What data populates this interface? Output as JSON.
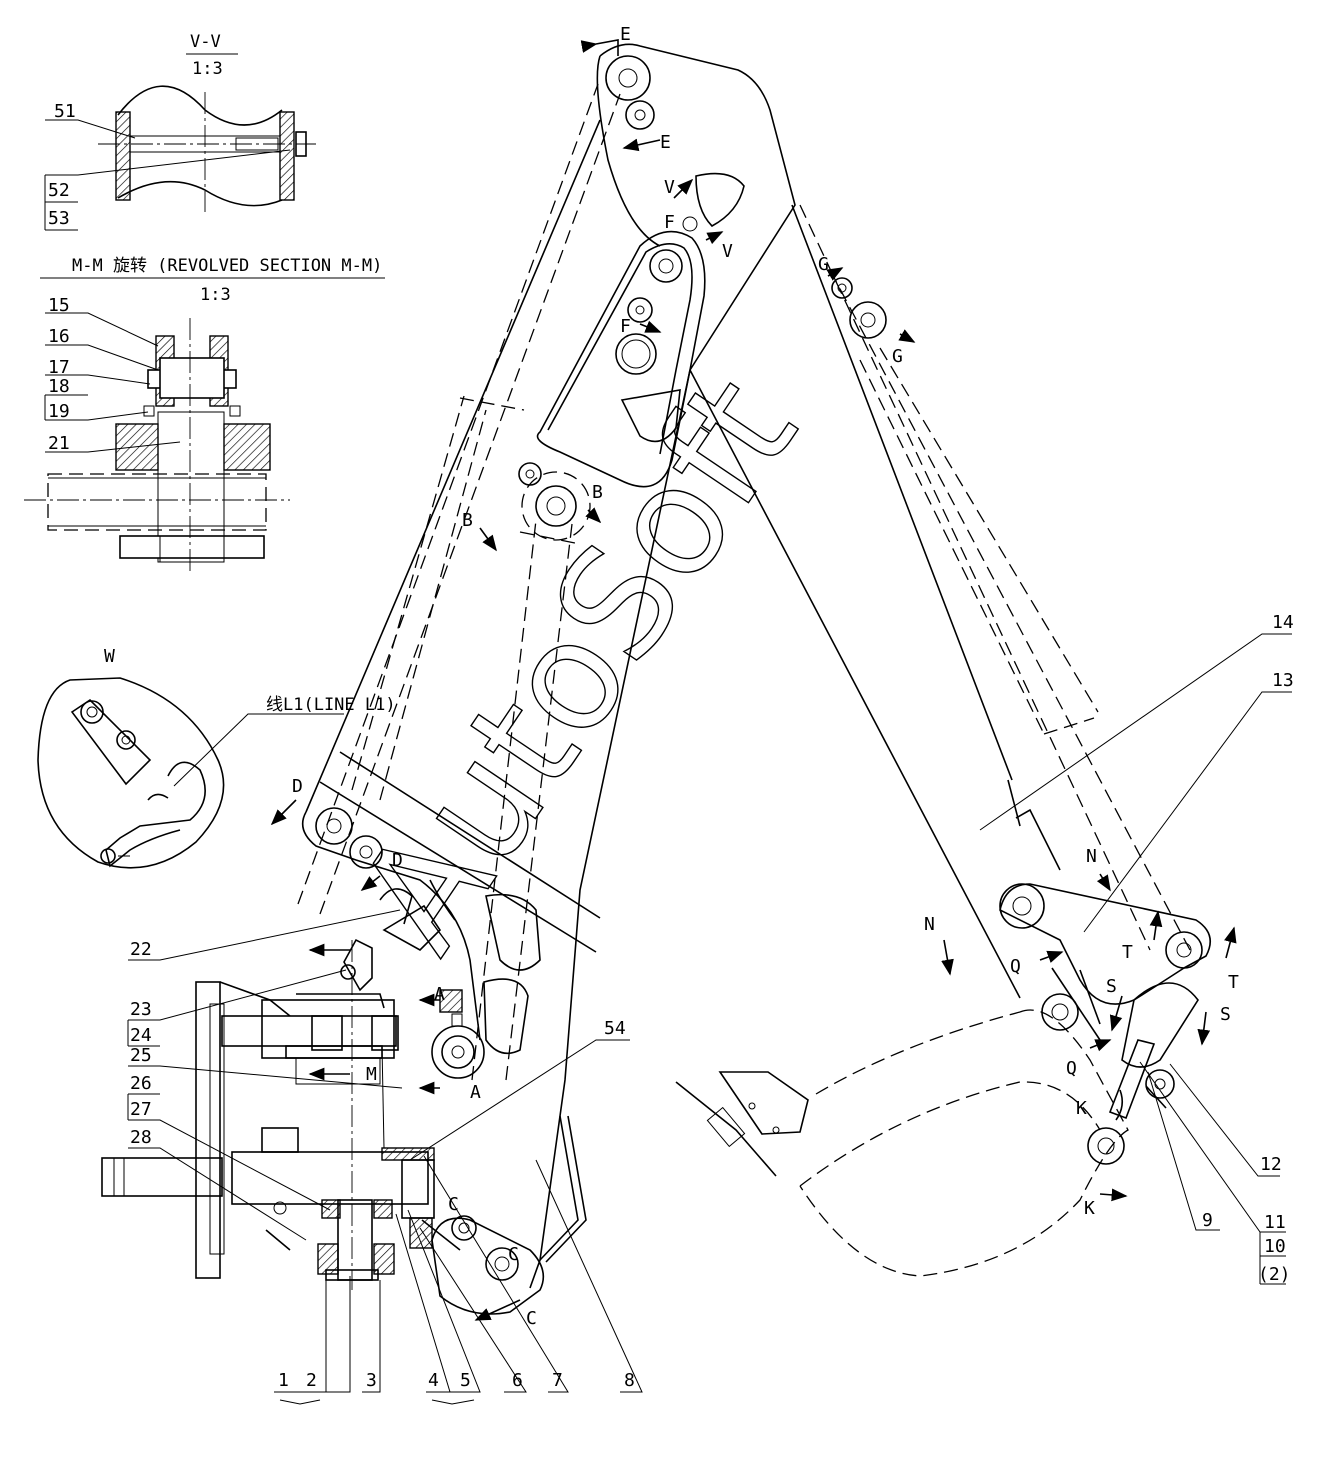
{
  "section_vv": {
    "title": "V-V",
    "scale": "1:3"
  },
  "section_mm": {
    "title": "M-M 旋转 (REVOLVED SECTION M-M)",
    "scale": "1:3"
  },
  "detail_w": {
    "title": "W",
    "line_label": "线L1(LINE L1)"
  },
  "watermark": "AutoSoft",
  "callouts": {
    "c51": "51",
    "c52": "52",
    "c53": "53",
    "c15": "15",
    "c16": "16",
    "c17": "17",
    "c18": "18",
    "c19": "19",
    "c21": "21",
    "c22": "22",
    "c23": "23",
    "c24": "24",
    "c25": "25",
    "c26": "26",
    "c27": "27",
    "c28": "28",
    "c54": "54",
    "c14": "14",
    "c13": "13",
    "c12": "12",
    "c9": "9",
    "c11": "11",
    "c10": "10",
    "c2q": "(2)",
    "c1": "1",
    "c2": "2",
    "c3": "3",
    "c4": "4",
    "c5": "5",
    "c6": "6",
    "c7": "7",
    "c8": "8"
  },
  "section_marks": {
    "E": "E",
    "V": "V",
    "F": "F",
    "G": "G",
    "B": "B",
    "D": "D",
    "M": "M",
    "A": "A",
    "C": "C",
    "N": "N",
    "T": "T",
    "Q": "Q",
    "S": "S",
    "K": "K"
  }
}
